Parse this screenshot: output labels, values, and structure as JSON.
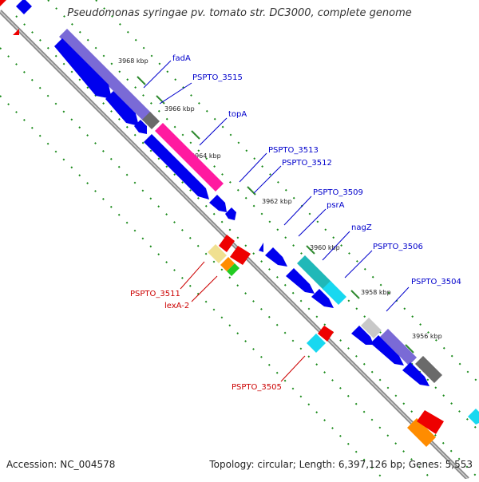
{
  "header": {
    "title": "Pseudomonas syringae pv. tomato str. DC3000, complete genome"
  },
  "footer": {
    "accession": "Accession: NC_004578",
    "summary": "Topology: circular; Length: 6,397,126 bp; Genes: 5,553"
  },
  "ticks": [
    "3968 kbp",
    "3966 kbp",
    "3964 kbp",
    "3962 kbp",
    "3960 kbp",
    "3958 kbp",
    "3956 kbp"
  ],
  "gene_labels": {
    "fadA": "fadA",
    "pspto_3515": "PSPTO_3515",
    "topA": "topA",
    "pspto_3513": "PSPTO_3513",
    "pspto_3512": "PSPTO_3512",
    "pspto_3509": "PSPTO_3509",
    "psrA": "psrA",
    "nagZ": "nagZ",
    "pspto_3506": "PSPTO_3506",
    "pspto_3504": "PSPTO_3504",
    "pspto_3511": "PSPTO_3511",
    "lexA2": "lexA-2",
    "pspto_3505": "PSPTO_3505"
  },
  "colors": {
    "backbone": "#8a8a8a",
    "forward_gene": "#0000ee",
    "reverse_gene": "#ee0000",
    "cog_purple": "#7a6ad6",
    "cog_pink": "#ff1aa0",
    "cog_teal": "#20b8b8",
    "cog_cyan": "#18d8f0",
    "cog_gray": "#8c8c8c",
    "cog_lightgray": "#c8c8c8",
    "cog_yellow": "#f0e090",
    "cog_orange": "#ff8c00",
    "cog_green": "#22cc22",
    "label_blue": "#0000cc",
    "label_red": "#cc0000",
    "dots_green": "#1a8a1a"
  }
}
